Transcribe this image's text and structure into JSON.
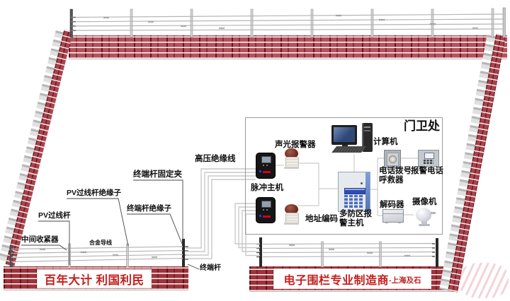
{
  "banners": {
    "slogan": "百年大计 利国利民",
    "manufacturer": "电子围栏专业制造商",
    "manufacturer_suffix": "-上海及石"
  },
  "control_room": {
    "title": "门卫处",
    "computer": "计算机",
    "sound_light_alarm": "声光报警器",
    "pulse_host": "脉冲主机",
    "address_code": "地址编码",
    "multi_zone_host_line1": "多防区报",
    "multi_zone_host_line2": "警主机",
    "phone_dialer_line1": "电话拨号",
    "phone_dialer_line2": "呼救器",
    "alarm_phone": "报警电话",
    "decoder": "解码器",
    "camera": "摄像机"
  },
  "fence_labels": {
    "hv_insulated_wire": "高压绝缘线",
    "terminal_pole_clip": "终端杆固定夹",
    "pv_pole_insulator": "PV过线杆绝缘子",
    "terminal_pole_insulator": "终端杆绝缘子",
    "pv_pole": "PV过线杆",
    "middle_tensioner": "中间收紧器",
    "alloy_wire": "合金导线",
    "terminal_pole": "终端杆"
  },
  "colors": {
    "brick": "#b4525c",
    "brick_dark": "#9e333b",
    "banner_red": "#c4201f",
    "wire_gray": "#c6c6c6",
    "keypad_blue": "#4a6cc0",
    "alarm_dome": "#6b2a1e"
  }
}
